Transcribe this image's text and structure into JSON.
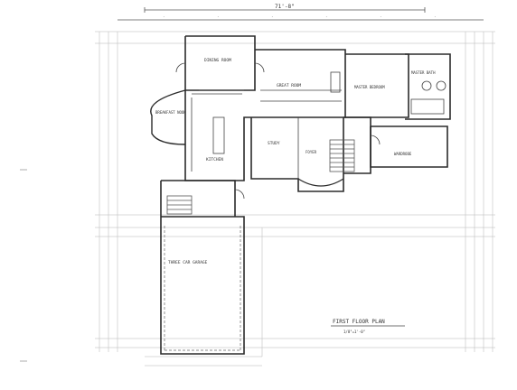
{
  "diagram": {
    "overall_width_dim": "71'-8\"",
    "title": "FIRST FLOOR PLAN",
    "scale": "1/8\"=1'-0\"",
    "rooms": {
      "dining": "DINING ROOM",
      "great": "GREAT ROOM",
      "master_bedroom": "MASTER BEDROOM",
      "master_bath": "MASTER BATH",
      "breakfast": "BREAKFAST NOOK",
      "kitchen": "KITCHEN",
      "study": "STUDY",
      "foyer": "FOYER",
      "wardrobe": "WARDROBE",
      "garage": "THREE CAR GARAGE"
    }
  }
}
